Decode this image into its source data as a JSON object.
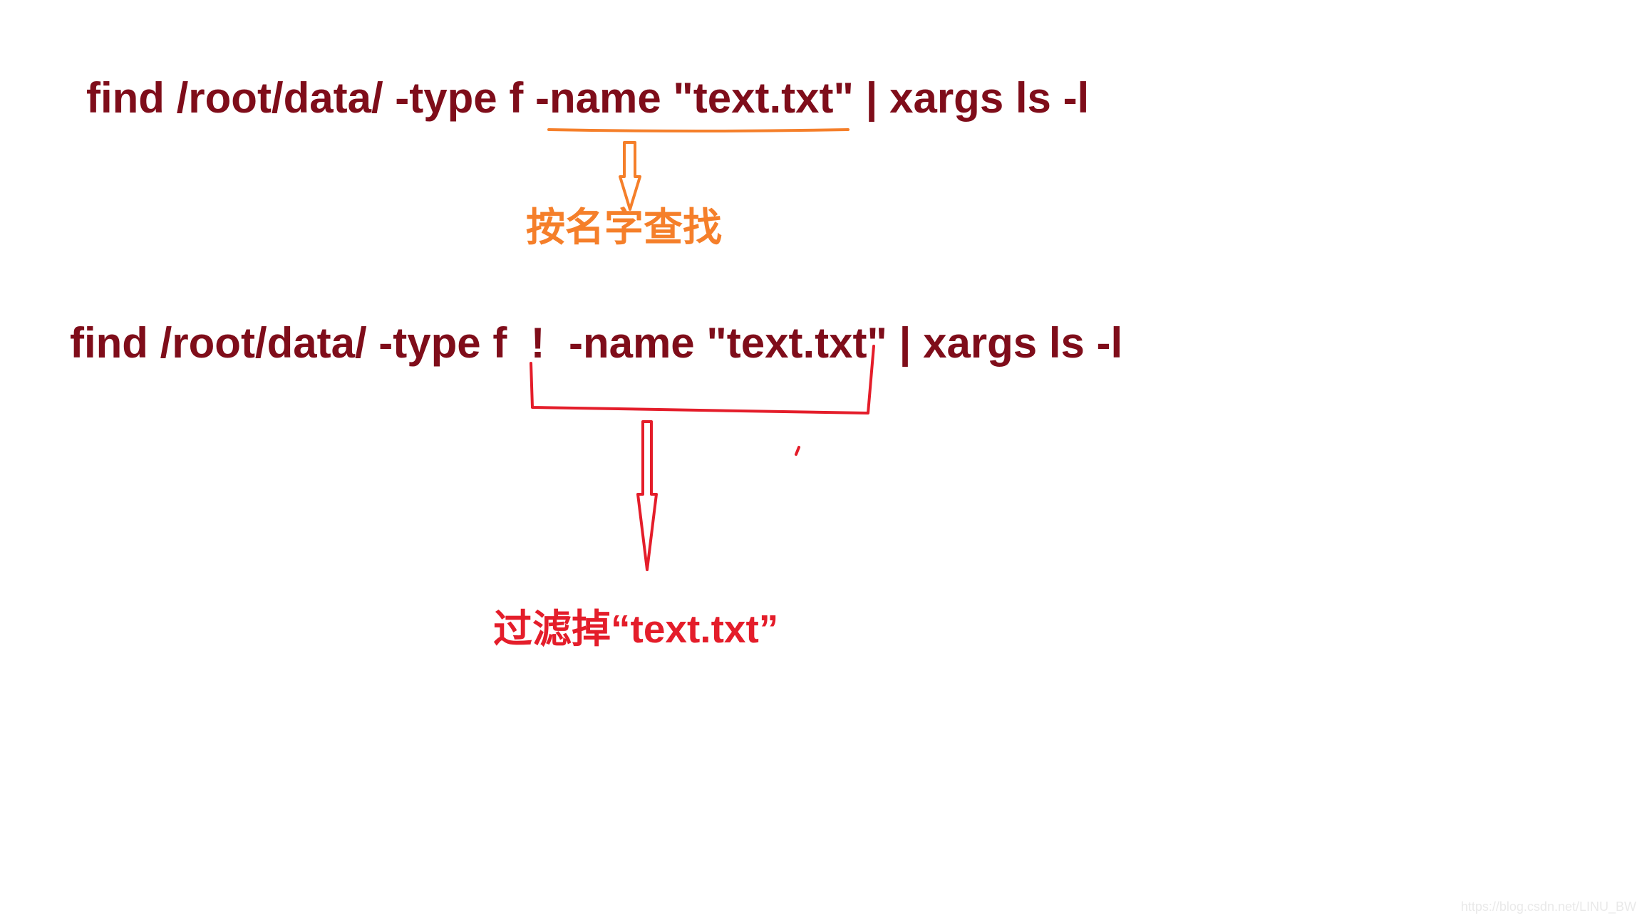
{
  "commands": {
    "first": "find /root/data/ -type f -name \"text.txt\" | xargs ls -l",
    "second": "find /root/data/ -type f  !  -name \"text.txt\" | xargs ls -l"
  },
  "annotations": {
    "find_by_name": "按名字查找",
    "filter_out": "过滤掉“text.txt”"
  },
  "watermark": "https://blog.csdn.net/LINU_BW",
  "colors": {
    "command_text": "#7f0d1a",
    "orange_annotation": "#f57f2a",
    "red_annotation": "#e41d2a"
  }
}
